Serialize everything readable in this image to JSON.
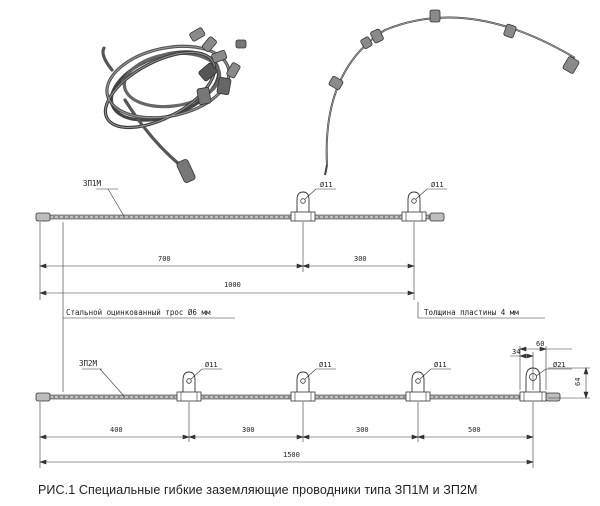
{
  "labels": {
    "zp1m": "ЗП1М",
    "zp2m": "ЗП2М",
    "cable_note": "Стальной оцинкованный трос Ø6 мм",
    "plate_note": "Толщина пластины   4 мм"
  },
  "dims": {
    "hole": "Ø11",
    "hole_big": "Ø21",
    "zp1m_700": "700",
    "zp1m_300": "300",
    "zp1m_1000": "1000",
    "zp2m_400": "400",
    "zp2m_300a": "300",
    "zp2m_300b": "300",
    "zp2m_500": "500",
    "zp2m_1500": "1500",
    "plate_60": "60",
    "plate_34": "34",
    "plate_64": "64"
  },
  "caption": "РИС.1 Специальные гибкие заземляющие проводники типа ЗП1М и ЗП2М"
}
